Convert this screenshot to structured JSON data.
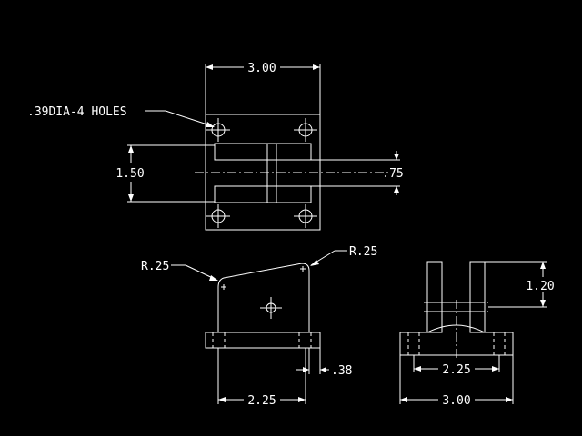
{
  "drawing": {
    "background": "#000000",
    "line_color": "#ffffff",
    "top_view": {
      "width_dim": "3.00",
      "height_dim": "1.50",
      "slot_dim": ".75",
      "hole_note": ".39DIA-4 HOLES"
    },
    "front_view": {
      "left_radius": "R.25",
      "right_radius": "R.25",
      "offset_dim": ".38",
      "hole_spacing_dim": "2.25"
    },
    "side_view": {
      "height_dim": "1.20",
      "hole_spacing_dim": "2.25",
      "overall_width_dim": "3.00"
    }
  }
}
